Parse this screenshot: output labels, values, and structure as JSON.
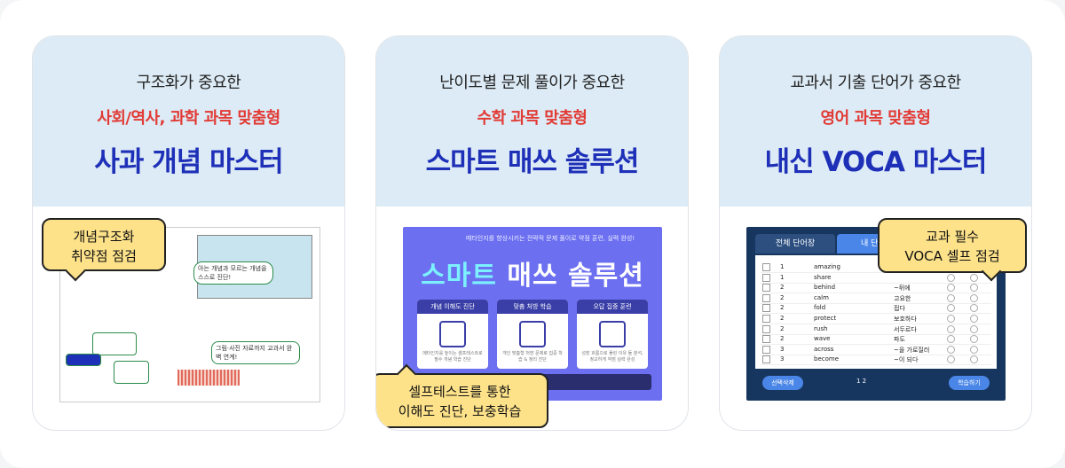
{
  "cards": [
    {
      "subtitle": "구조화가 중요한",
      "target": "사회/역사, 과학 과목 맞춤형",
      "title": "사과 개념 마스터",
      "bubble_line1": "개념구조화",
      "bubble_line2": "취약점 점검",
      "preview": {
        "node_a": "아는 개념과 모르는 개념을 스스로 진단!",
        "node_b": "그림·사진 자료까지 교과서 완벽 연계!"
      }
    },
    {
      "subtitle": "난이도별 문제 풀이가 중요한",
      "target": "수학 과목 맞춤형",
      "title": "스마트 매쓰 솔루션",
      "bubble_line1": "셀프테스트를 통한",
      "bubble_line2": "이해도 진단, 보충학습",
      "preview": {
        "banner_small": "메타인지를 향상시키는 전략적 문제 풀이로 약점 훈련, 실력 완성!",
        "banner_title_a": "스마트",
        "banner_title_b": " 매쓰 솔루션",
        "modules": [
          {
            "label": "개념 이해도 진단",
            "desc": "메타인지를 높이는 셀프테스트로 필수 개념 학습 진단"
          },
          {
            "label": "맞춤 처방 학습",
            "desc": "개인 맞춤형 처방 문제로 집중 학습 & 정리 진단"
          },
          {
            "label": "오답 집중 훈련",
            "desc": "성장 흐름으로 풀린 이유 둘 분석, 정교하게 약점 실력 완성"
          }
        ]
      }
    },
    {
      "subtitle": "교과서 기출 단어가 중요한",
      "target": "영어 과목 맞춤형",
      "title": "내신 VOCA 마스터",
      "bubble_line1": "교과 필수",
      "bubble_line2": "VOCA 셀프 점검",
      "preview": {
        "tab_all": "전체 단어장",
        "tab_mine": "내 단어장",
        "words": [
          {
            "level": "1",
            "word": "amazing",
            "meaning": ""
          },
          {
            "level": "1",
            "word": "share",
            "meaning": ""
          },
          {
            "level": "2",
            "word": "behind",
            "meaning": "~뒤에"
          },
          {
            "level": "2",
            "word": "calm",
            "meaning": "고요한"
          },
          {
            "level": "2",
            "word": "fold",
            "meaning": "접다"
          },
          {
            "level": "2",
            "word": "protect",
            "meaning": "보호하다"
          },
          {
            "level": "2",
            "word": "rush",
            "meaning": "서두르다"
          },
          {
            "level": "2",
            "word": "wave",
            "meaning": "파도"
          },
          {
            "level": "3",
            "word": "across",
            "meaning": "~을 가로질러"
          },
          {
            "level": "3",
            "word": "become",
            "meaning": "~이 되다"
          }
        ],
        "pages": "1   2",
        "btn_delete": "선택삭제",
        "btn_study": "학습하기"
      }
    }
  ],
  "colors": {
    "accent_red": "#e23a35",
    "title_blue": "#1e2fb8",
    "header_bg": "#dcebf5",
    "bubble": "#fde28a"
  }
}
